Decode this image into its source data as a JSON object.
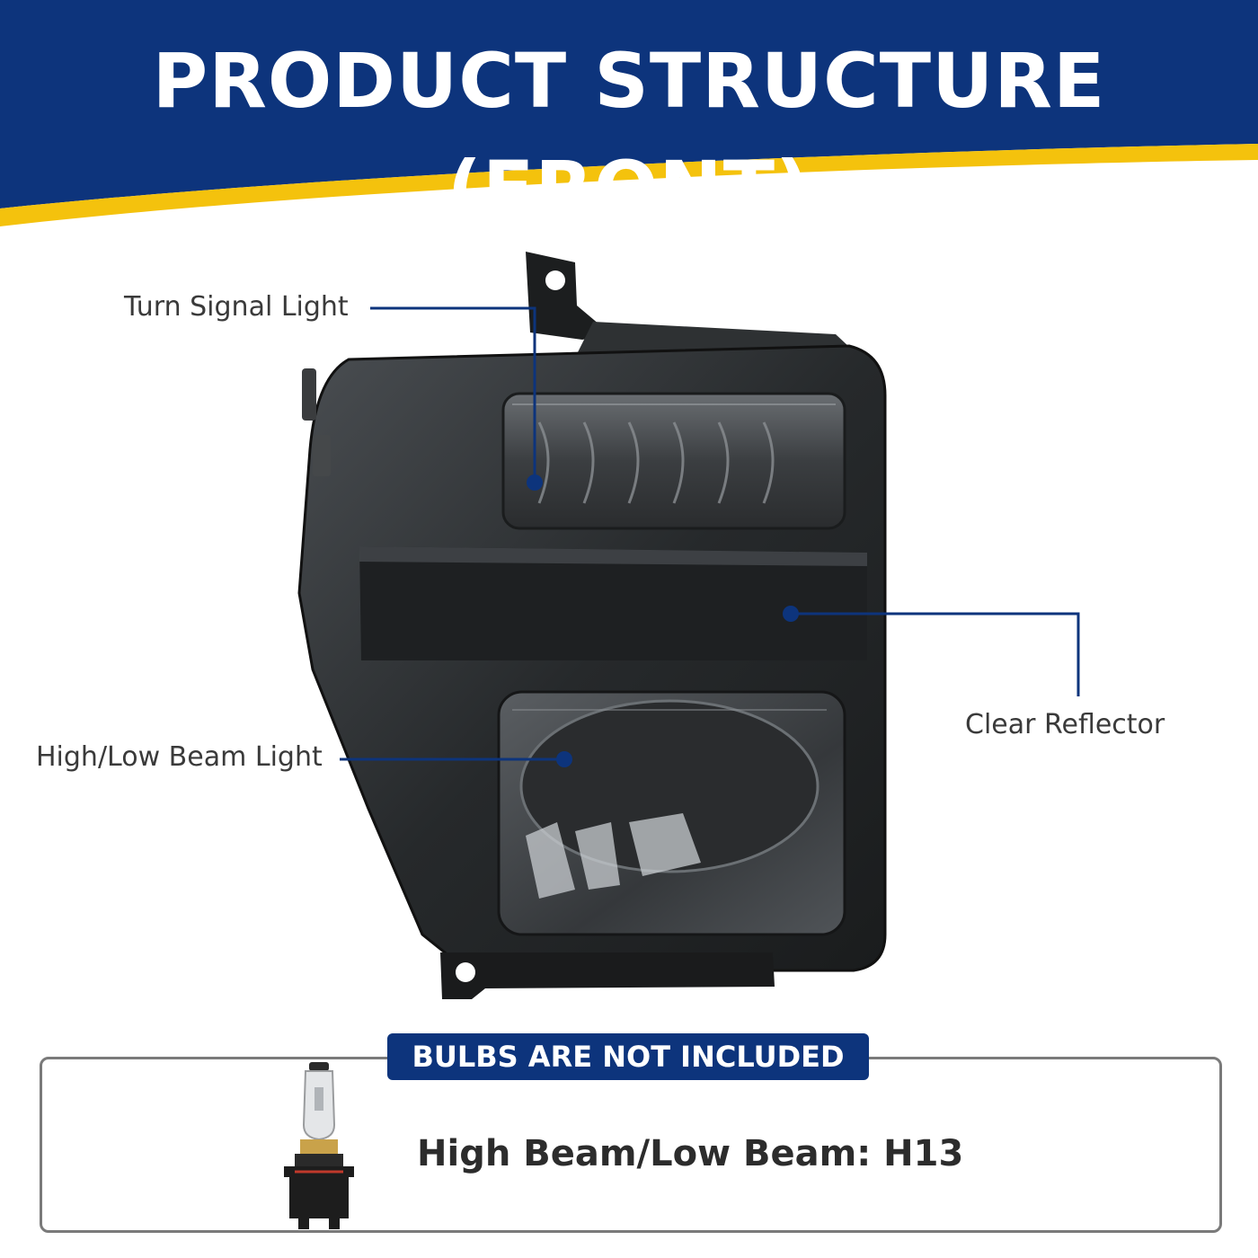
{
  "header": {
    "title": "PRODUCT STRUCTURE (FRONT)"
  },
  "colors": {
    "header_blue": "#0d347c",
    "accent_yellow": "#f4c20d",
    "callout_line": "#0d347c",
    "headlight_body": "#2a2d2f"
  },
  "callouts": {
    "turn_signal": "Turn Signal Light",
    "high_low_beam": "High/Low Beam Light",
    "clear_reflector": "Clear Reflector"
  },
  "bulbs": {
    "notice": "BULBS ARE NOT INCLUDED",
    "spec": "High Beam/Low Beam: H13",
    "icon": "h13-bulb-icon"
  }
}
